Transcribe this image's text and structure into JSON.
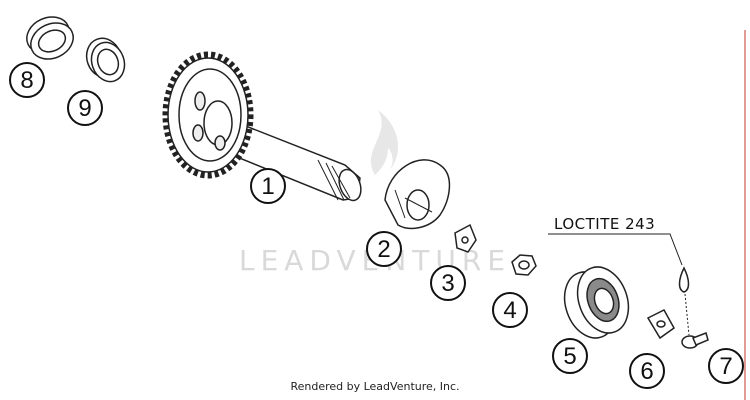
{
  "watermark": "LEADVENTURE",
  "callouts": [
    "8",
    "9",
    "1",
    "2",
    "3",
    "4",
    "5",
    "6",
    "7"
  ],
  "note": "LOCTITE 243",
  "footer": "Rendered by LeadVenture, Inc.",
  "colors": {
    "line": "#222222",
    "fill": "#ffffff",
    "watermark": "#d9d9d9",
    "shade": "#8a8a8a"
  }
}
